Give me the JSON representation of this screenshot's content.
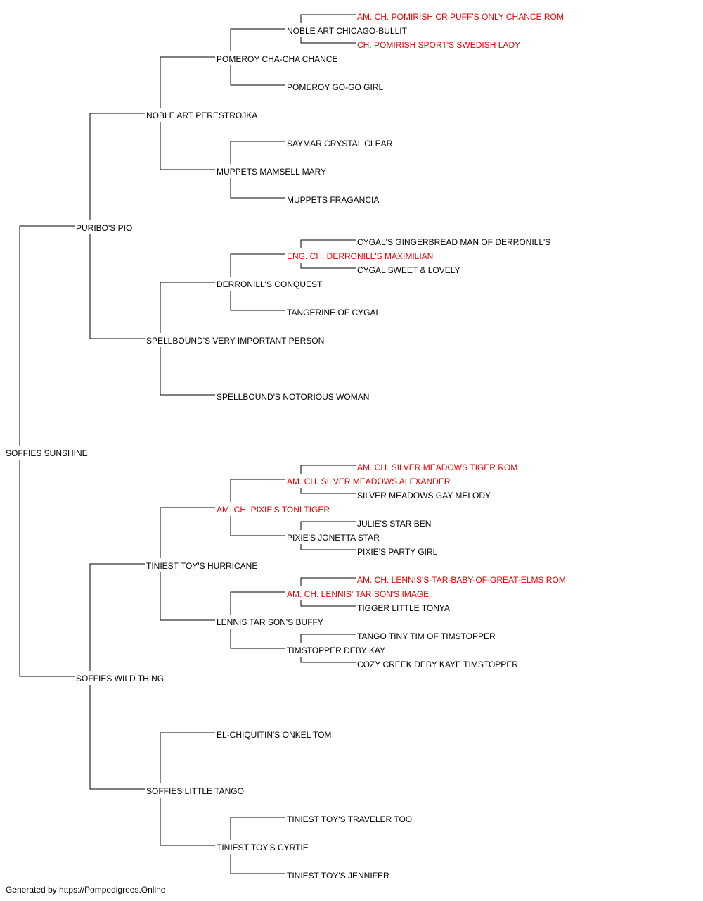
{
  "colors": {
    "normal": "#000000",
    "champion": "#ee0000",
    "line": "#000000"
  },
  "footer": "Generated by https://Pompedigrees.Online",
  "nodes": [
    {
      "id": "root",
      "name": "SOFFIES SUNSHINE",
      "champion": false
    },
    {
      "id": "s",
      "name": "PURIBO'S PIO",
      "champion": false
    },
    {
      "id": "d",
      "name": "SOFFIES WILD THING",
      "champion": false
    },
    {
      "id": "ss",
      "name": "NOBLE ART PERESTROJKA",
      "champion": false
    },
    {
      "id": "sd",
      "name": "SPELLBOUND'S VERY IMPORTANT PERSON",
      "champion": false
    },
    {
      "id": "ds",
      "name": "TINIEST TOY'S HURRICANE",
      "champion": false
    },
    {
      "id": "dd",
      "name": "SOFFIES LITTLE TANGO",
      "champion": false
    },
    {
      "id": "sss",
      "name": "POMEROY CHA-CHA CHANCE",
      "champion": false
    },
    {
      "id": "ssd",
      "name": "MUPPETS MAMSELL MARY",
      "champion": false
    },
    {
      "id": "sds",
      "name": "DERRONILL'S CONQUEST",
      "champion": false
    },
    {
      "id": "sdd",
      "name": "SPELLBOUND'S NOTORIOUS WOMAN",
      "champion": false
    },
    {
      "id": "dss",
      "name": "AM. CH. PIXIE'S TONI TIGER",
      "champion": true
    },
    {
      "id": "dsd",
      "name": "LENNIS TAR SON'S BUFFY",
      "champion": false
    },
    {
      "id": "dds",
      "name": "EL-CHIQUITIN'S ONKEL TOM",
      "champion": false
    },
    {
      "id": "ddd",
      "name": "TINIEST TOY'S CYRTIE",
      "champion": false
    },
    {
      "id": "ssss",
      "name": "NOBLE ART CHICAGO-BULLIT",
      "champion": false
    },
    {
      "id": "sssd",
      "name": "POMEROY GO-GO GIRL",
      "champion": false
    },
    {
      "id": "ssds",
      "name": "SAYMAR CRYSTAL CLEAR",
      "champion": false
    },
    {
      "id": "ssdd",
      "name": "MUPPETS FRAGANCIA",
      "champion": false
    },
    {
      "id": "sdss",
      "name": "ENG. CH. DERRONILL'S MAXIMILIAN",
      "champion": true
    },
    {
      "id": "sdsd",
      "name": "TANGERINE OF CYGAL",
      "champion": false
    },
    {
      "id": "dsss",
      "name": "AM. CH. SILVER MEADOWS ALEXANDER",
      "champion": true
    },
    {
      "id": "dssd",
      "name": "PIXIE'S JONETTA STAR",
      "champion": false
    },
    {
      "id": "dsds",
      "name": "AM. CH. LENNIS' TAR SON'S IMAGE",
      "champion": true
    },
    {
      "id": "dsdd",
      "name": "TIMSTOPPER DEBY KAY",
      "champion": false
    },
    {
      "id": "ddds",
      "name": "TINIEST TOY'S TRAVELER TOO",
      "champion": false
    },
    {
      "id": "dddd",
      "name": "TINIEST TOY'S JENNIFER",
      "champion": false
    },
    {
      "id": "sssss",
      "name": "AM. CH. POMIRISH CR PUFF'S ONLY CHANCE ROM",
      "champion": true
    },
    {
      "id": "ssssd",
      "name": "CH. POMIRISH SPORT'S SWEDISH LADY",
      "champion": true
    },
    {
      "id": "sdsss",
      "name": "CYGAL'S GINGERBREAD MAN OF DERRONILL'S",
      "champion": false
    },
    {
      "id": "sdssd",
      "name": "CYGAL SWEET & LOVELY",
      "champion": false
    },
    {
      "id": "dssss",
      "name": "AM. CH. SILVER MEADOWS TIGER ROM",
      "champion": true
    },
    {
      "id": "dsssd",
      "name": "SILVER MEADOWS GAY MELODY",
      "champion": false
    },
    {
      "id": "dssds",
      "name": "JULIE'S STAR BEN",
      "champion": false
    },
    {
      "id": "dssdd",
      "name": "PIXIE'S PARTY GIRL",
      "champion": false
    },
    {
      "id": "dsdss",
      "name": "AM. CH. LENNIS'S-TAR-BABY-OF-GREAT-ELMS ROM",
      "champion": true
    },
    {
      "id": "dsdsd",
      "name": "TIGGER LITTLE TONYA",
      "champion": false
    },
    {
      "id": "dsdds",
      "name": "TANGO TINY TIM OF TIMSTOPPER",
      "champion": false
    },
    {
      "id": "dsddd",
      "name": "COZY CREEK DEBY KAYE TIMSTOPPER",
      "champion": false
    }
  ],
  "edges": [
    [
      "root",
      "s"
    ],
    [
      "root",
      "d"
    ],
    [
      "s",
      "ss"
    ],
    [
      "s",
      "sd"
    ],
    [
      "d",
      "ds"
    ],
    [
      "d",
      "dd"
    ],
    [
      "ss",
      "sss"
    ],
    [
      "ss",
      "ssd"
    ],
    [
      "sd",
      "sds"
    ],
    [
      "sd",
      "sdd"
    ],
    [
      "ds",
      "dss"
    ],
    [
      "ds",
      "dsd"
    ],
    [
      "dd",
      "dds"
    ],
    [
      "dd",
      "ddd"
    ],
    [
      "sss",
      "ssss"
    ],
    [
      "sss",
      "sssd"
    ],
    [
      "ssd",
      "ssds"
    ],
    [
      "ssd",
      "ssdd"
    ],
    [
      "sds",
      "sdss"
    ],
    [
      "sds",
      "sdsd"
    ],
    [
      "dss",
      "dsss"
    ],
    [
      "dss",
      "dssd"
    ],
    [
      "dsd",
      "dsds"
    ],
    [
      "dsd",
      "dsdd"
    ],
    [
      "ddd",
      "ddds"
    ],
    [
      "ddd",
      "dddd"
    ],
    [
      "ssss",
      "sssss"
    ],
    [
      "ssss",
      "ssssd"
    ],
    [
      "sdss",
      "sdsss"
    ],
    [
      "sdss",
      "sdssd"
    ],
    [
      "dsss",
      "dssss"
    ],
    [
      "dsss",
      "dsssd"
    ],
    [
      "dssd",
      "dssds"
    ],
    [
      "dssd",
      "dssdd"
    ],
    [
      "dsds",
      "dsdss"
    ],
    [
      "dsds",
      "dsdsd"
    ],
    [
      "dsdd",
      "dsdds"
    ],
    [
      "dsdd",
      "dsddd"
    ]
  ]
}
